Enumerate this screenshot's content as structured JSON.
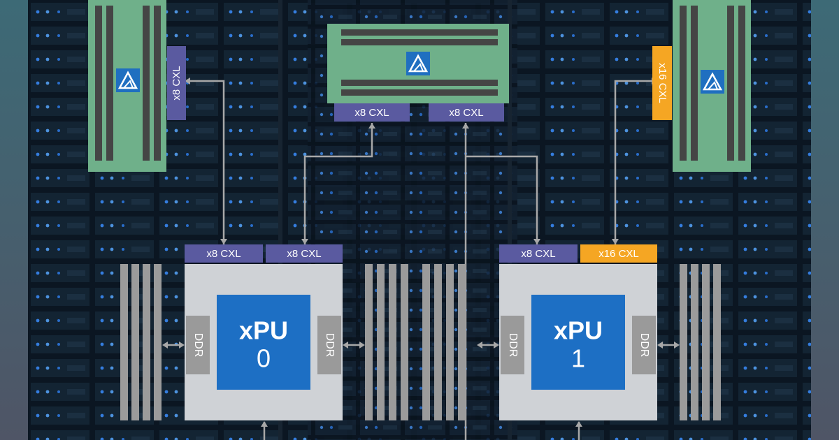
{
  "links": {
    "x8": "x8 CXL",
    "x16": "x16 CXL"
  },
  "memory": {
    "ddr": "DDR"
  },
  "processors": [
    {
      "name": "xPU",
      "index": "0"
    },
    {
      "name": "xPU",
      "index": "1"
    }
  ],
  "colors": {
    "x8_link": "#5a5aa0",
    "x16_link": "#f5a623",
    "module": "#6fb08a",
    "xpu_core": "#1d6fc4",
    "xpu_package": "#cfd2d6",
    "ddr_block": "#9a9a9a",
    "dimm": "#9b9b9b",
    "connector": "#a8a8a8",
    "logo_tile": "#1f6fc0"
  },
  "icons": [
    "logo-icon"
  ]
}
